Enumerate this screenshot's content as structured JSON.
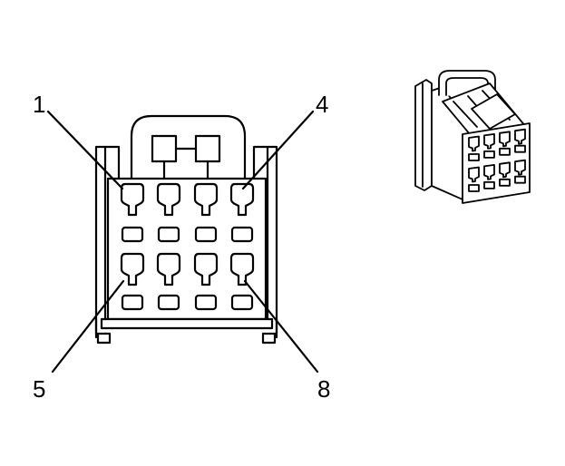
{
  "diagram": {
    "callouts": [
      {
        "label": "1"
      },
      {
        "label": "4"
      },
      {
        "label": "5"
      },
      {
        "label": "8"
      }
    ]
  },
  "colors": {
    "line": "#000000",
    "fill": "#ffffff"
  }
}
